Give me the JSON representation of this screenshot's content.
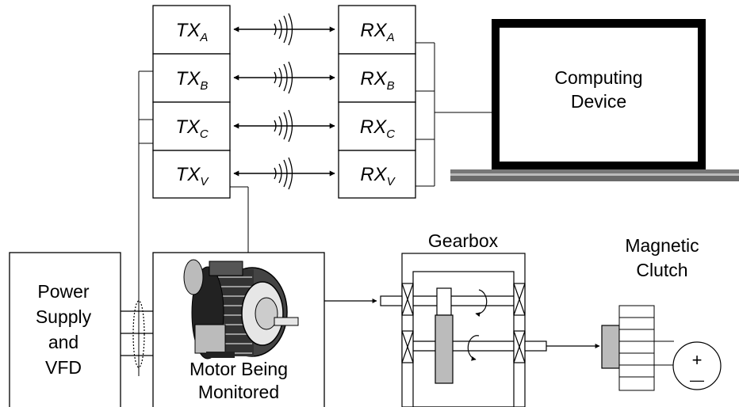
{
  "transmitters": [
    {
      "main": "TX",
      "sub": "A"
    },
    {
      "main": "TX",
      "sub": "B"
    },
    {
      "main": "TX",
      "sub": "C"
    },
    {
      "main": "TX",
      "sub": "V"
    }
  ],
  "receivers": [
    {
      "main": "RX",
      "sub": "A"
    },
    {
      "main": "RX",
      "sub": "B"
    },
    {
      "main": "RX",
      "sub": "C"
    },
    {
      "main": "RX",
      "sub": "V"
    }
  ],
  "computing_device": {
    "line1": "Computing",
    "line2": "Device"
  },
  "power_supply": {
    "lines": [
      "Power",
      "Supply",
      "and",
      "VFD"
    ]
  },
  "motor": {
    "line1": "Motor Being",
    "line2": "Monitored"
  },
  "gearbox": {
    "label": "Gearbox"
  },
  "clutch": {
    "line1": "Magnetic",
    "line2": "Clutch"
  },
  "power_source": {
    "plus": "+",
    "minus": "—"
  }
}
